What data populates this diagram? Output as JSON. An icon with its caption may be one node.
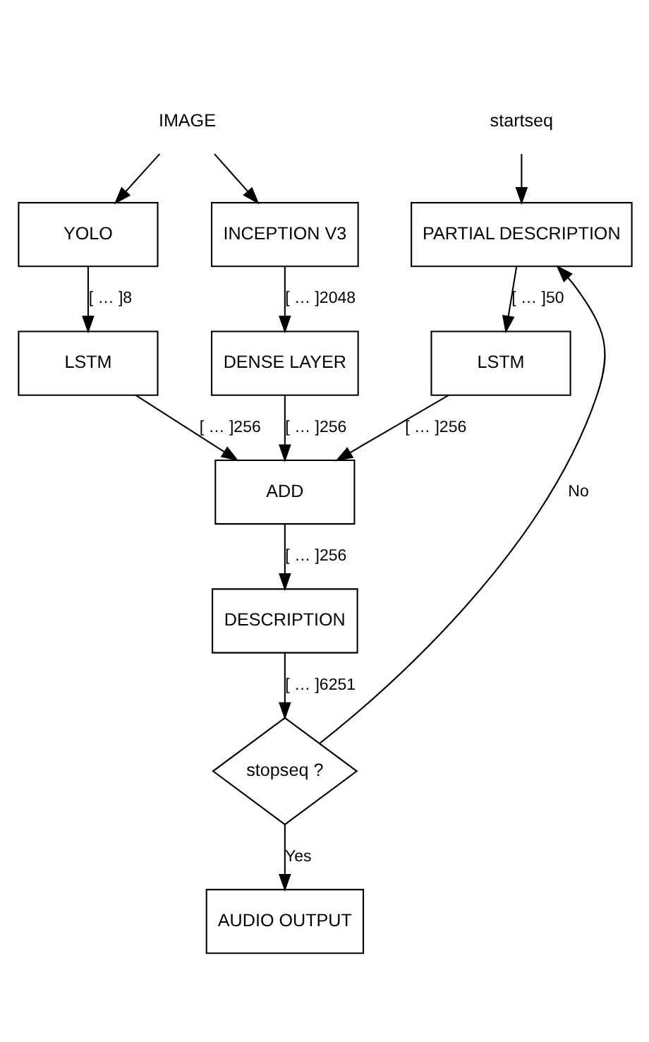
{
  "diagram": {
    "nodes": [
      {
        "text": [
          "IMAGE"
        ]
      },
      {
        "text": [
          "startseq"
        ]
      },
      {
        "text": [
          "YOLO"
        ]
      },
      {
        "text": [
          "INCEPTION V3"
        ]
      },
      {
        "text": [
          "PARTIAL DESCRIPTION"
        ]
      },
      {
        "text": [
          "LSTM"
        ]
      },
      {
        "text": [
          "DENSE LAYER"
        ]
      },
      {
        "text": [
          "LSTM"
        ]
      },
      {
        "text": [
          "ADD"
        ]
      },
      {
        "text": [
          "DESCRIPTION"
        ]
      },
      {
        "text": [
          "stopseq ?"
        ]
      },
      {
        "text": [
          "AUDIO OUTPUT"
        ]
      }
    ],
    "edges": [
      {
        "from": 0,
        "to": 2,
        "arrow": "to"
      },
      {
        "from": 0,
        "to": 3,
        "arrow": "to"
      },
      {
        "from": 1,
        "to": 4,
        "arrow": "to"
      },
      {
        "from": 2,
        "to": 5,
        "arrow": "to",
        "label": "[ … ]8"
      },
      {
        "from": 3,
        "to": 6,
        "arrow": "to",
        "label": "[ … ]2048"
      },
      {
        "from": 4,
        "to": 7,
        "arrow": "to",
        "label": "[ … ]50"
      },
      {
        "from": 5,
        "to": 8,
        "arrow": "to",
        "label": "[ … ]256"
      },
      {
        "from": 6,
        "to": 8,
        "arrow": "to",
        "label": "[ … ]256"
      },
      {
        "from": 7,
        "to": 8,
        "arrow": "to",
        "label": "[ … ]256"
      },
      {
        "from": 8,
        "to": 9,
        "arrow": "to",
        "label": "[ … ]256"
      },
      {
        "from": 9,
        "to": 10,
        "arrow": "to",
        "label": "[ … ]6251"
      },
      {
        "from": 10,
        "to": 11,
        "arrow": "to",
        "label": "Yes"
      },
      {
        "from": 10,
        "to": 4,
        "arrow": "to",
        "label": "No"
      }
    ]
  }
}
